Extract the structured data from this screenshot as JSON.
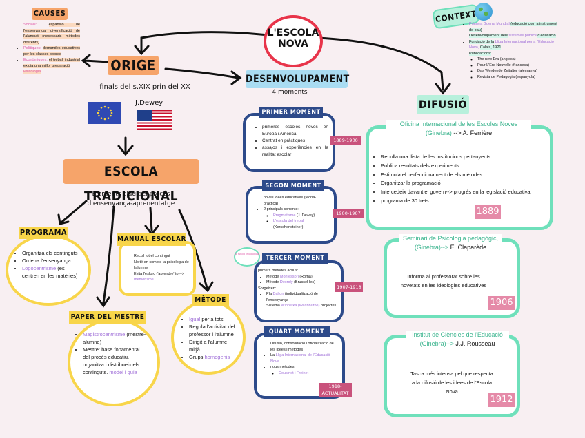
{
  "title": {
    "line1": "L'ESCOLA",
    "line2": "NOVA"
  },
  "causes": {
    "label": "CAUSES",
    "items": [
      {
        "key": "Socials:",
        "text": "expansió de l'ensenyança, diversificació de l'alumnat (necessaris mètodes diferents)"
      },
      {
        "key": "Polítiques:",
        "text": "demandes educatives per les classes pobres"
      },
      {
        "key": "Econòmiques:",
        "text": "el treball industrial exigia una millor preparació"
      },
      {
        "key": "Psicologia",
        "text": ""
      }
    ]
  },
  "origen": {
    "label": "ORIGE",
    "subtitle": "finals del s.XIX prin del XX",
    "person": "J.Dewey"
  },
  "escola_tradicional": {
    "label": "ESCOLA TRADICIONAL",
    "subtitle": "Elements clau del procés d'ensenyança-aprenentatge"
  },
  "programa": {
    "label": "PROGRAMA",
    "items": [
      {
        "text": "Organitza els continguts"
      },
      {
        "text": "Ordena l'ensenyança"
      },
      {
        "key": "Logocentrisme",
        "text": "(es centren en les matèries)"
      }
    ]
  },
  "manual": {
    "label": "MANUAL ESCOLAR",
    "items": [
      {
        "text": "Recull tot el contingut"
      },
      {
        "text": "No té en compte la psicologia de l'alumne"
      },
      {
        "text": "Evita l'esforç ('aprendre' tot-->",
        "key": "memorisme"
      }
    ]
  },
  "paper_mestre": {
    "label": "PAPER DEL MESTRE",
    "items": [
      {
        "key": "Magistrocentrisme",
        "text": "(mestre-alumne)"
      },
      {
        "text": "Mestre: base fonamental del procés educatiu, organitza i distribueix els continguts.",
        "key2": "model i guia"
      }
    ]
  },
  "metode": {
    "label": "MÈTODE",
    "items": [
      {
        "key": "Igual",
        "text": "per a tots"
      },
      {
        "text": "Regula l'activitat del professor i l'alumne"
      },
      {
        "text": "Dirigit a l'alumne mitjà"
      },
      {
        "text": "Grups",
        "key": "homogenis"
      }
    ]
  },
  "desenvolupament": {
    "label": "DESENVOLUPAMENT",
    "subtitle": "4 moments"
  },
  "primer": {
    "label": "PRIMER MOMENT",
    "items": [
      "primeres escoles noves en Europa i Amèrica",
      "Centrat en pràctiques",
      "assajos i experiències en la realitat escolar"
    ],
    "date": "1889-1900"
  },
  "segon": {
    "label": "SEGON MOMENT",
    "items": [
      "noves idees educatives (teoria-pràctica)",
      "2 principals corrents:"
    ],
    "sub": [
      {
        "key": "Pragmatisme",
        "text": "(J. Dewey)"
      },
      {
        "key": "L'escola del treball",
        "text": "(Kerschensteiner)"
      }
    ],
    "date": "1900-1907"
  },
  "note": {
    "text": "la funció psicològica"
  },
  "tercer": {
    "label": "TERCER MOMENT",
    "items": [
      "primers mètodes actius:"
    ],
    "metodes": [
      {
        "prefix": "Mètode",
        "key": "Montessori",
        "text": "(Roma)"
      },
      {
        "prefix": "Mètode",
        "key": "Decroly",
        "text": "(Brussel·les)"
      }
    ],
    "items2": [
      "Sorgeixen:"
    ],
    "sorgeixen": [
      {
        "prefix": "Pla",
        "key": "Dalton",
        "text": "(individualització de l'ensenyança"
      },
      {
        "prefix": "Sistema",
        "key": "Winnetka (Washburne)",
        "text": "projectes"
      }
    ],
    "date": "1907-1918"
  },
  "quart": {
    "label": "QUART MOMENT",
    "items": [
      "Difusió, consolidació i oficialització de les idees i mètodes",
      "La",
      "nous mètodes"
    ],
    "lliga": "Lliga Internacional de l'Educació Nova",
    "sub": [
      {
        "key": "Cousinet i Freinet",
        "text": ""
      }
    ],
    "date": "1918-ACTUALITAT"
  },
  "context": {
    "label": "CONTEXT",
    "items": [
      {
        "key": "Primera Guerra Mundial",
        "text": "(educació com a instrument de pau)"
      },
      {
        "text": "Desenvolupament dels",
        "key": "sistemes públics",
        "text2": "d'educació"
      },
      {
        "text": "Fundació de la",
        "key": "Lliga Internacional per a l'Educació Nova,",
        "text2": "Calais, 1921"
      },
      {
        "text": "Publicacions:"
      }
    ],
    "publications": [
      "The new Era (anglesa)",
      "Pour L'Ère Nouvelle (francesa)",
      "Das Werdende Zeitalter (alemanya)",
      "Revista de Pedagogia (espanyola)"
    ]
  },
  "difusio": {
    "label": "DIFUSIÓ"
  },
  "oficina": {
    "title": "Oficina Internacional de les Escoles Noves (Ginebra) --> A. Ferrière",
    "title_a": "Oficina Internacional de les Escoles Noves (Ginebra)",
    "title_b": "--> A. Ferrière",
    "items": [
      "Recolla una llista de les institucions pertanyents.",
      "Publica resultats dels experiments",
      "Estimula el perfeccionament de els mètodes",
      "Organitzar la programació",
      "Intercedeix davant el govern--> progrés en la legislació educativa",
      "programa de 30 trets"
    ],
    "date": "1889"
  },
  "seminari": {
    "title_a": "Seminari de Psicologia pedagògic, (Ginebra)-->",
    "title_b": "E. Claparède",
    "text": "Informa al professorat sobre les novetats en les ideologies educatives",
    "date": "1906"
  },
  "institut": {
    "title_a": "Institut de Ciències de l'Educació (Ginebra)-->",
    "title_b": "J.J. Rousseau",
    "text": "Tasca més intensa pel que respecta a la difusió de les idees de l'Escola Nova",
    "date": "1912"
  },
  "colors": {
    "orange": "#f6a46a",
    "blue": "#a9dcf2",
    "navy": "#2d4a8a",
    "yellow": "#f8d54a",
    "green": "#6fe0bb",
    "red": "#e8344a"
  }
}
